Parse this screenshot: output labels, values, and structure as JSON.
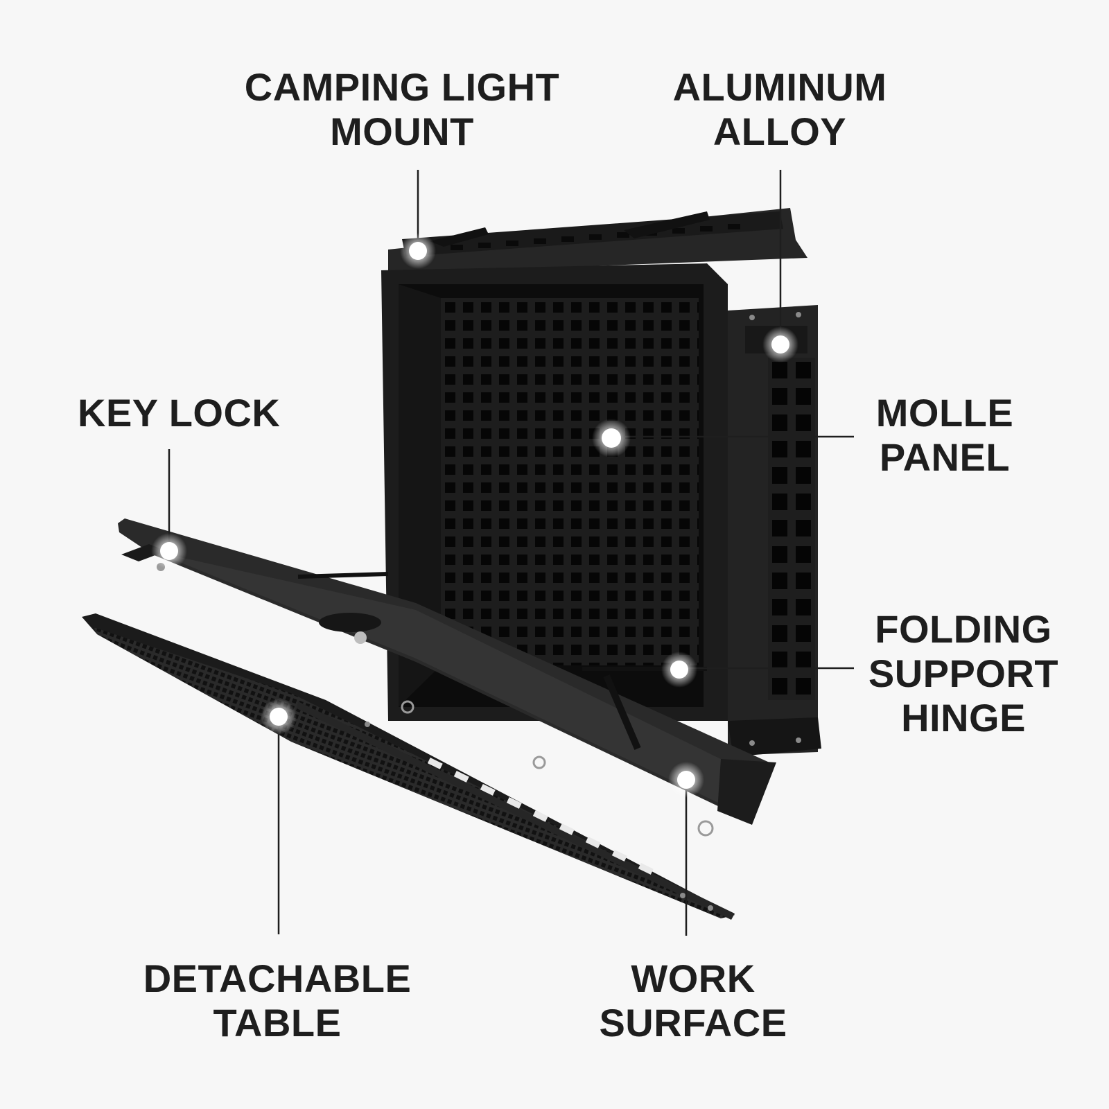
{
  "callouts": {
    "camping_light_mount": {
      "line1": "CAMPING LIGHT",
      "line2": "MOUNT"
    },
    "aluminum_alloy": {
      "line1": "ALUMINUM",
      "line2": "ALLOY"
    },
    "key_lock": {
      "line1": "KEY LOCK"
    },
    "molle_panel": {
      "line1": "MOLLE",
      "line2": "PANEL"
    },
    "folding_support_hinge": {
      "line1": "FOLDING",
      "line2": "SUPPORT",
      "line3": "HINGE"
    },
    "detachable_table": {
      "line1": "DETACHABLE",
      "line2": "TABLE"
    },
    "work_surface": {
      "line1": "WORK",
      "line2": "SURFACE"
    }
  },
  "colors": {
    "background": "#f7f7f7",
    "text": "#1e1e1e",
    "product": "#161616",
    "marker": "#ffffff",
    "leader_line": "#1e1e1e"
  },
  "icons": {
    "marker": "white-dot-icon"
  }
}
